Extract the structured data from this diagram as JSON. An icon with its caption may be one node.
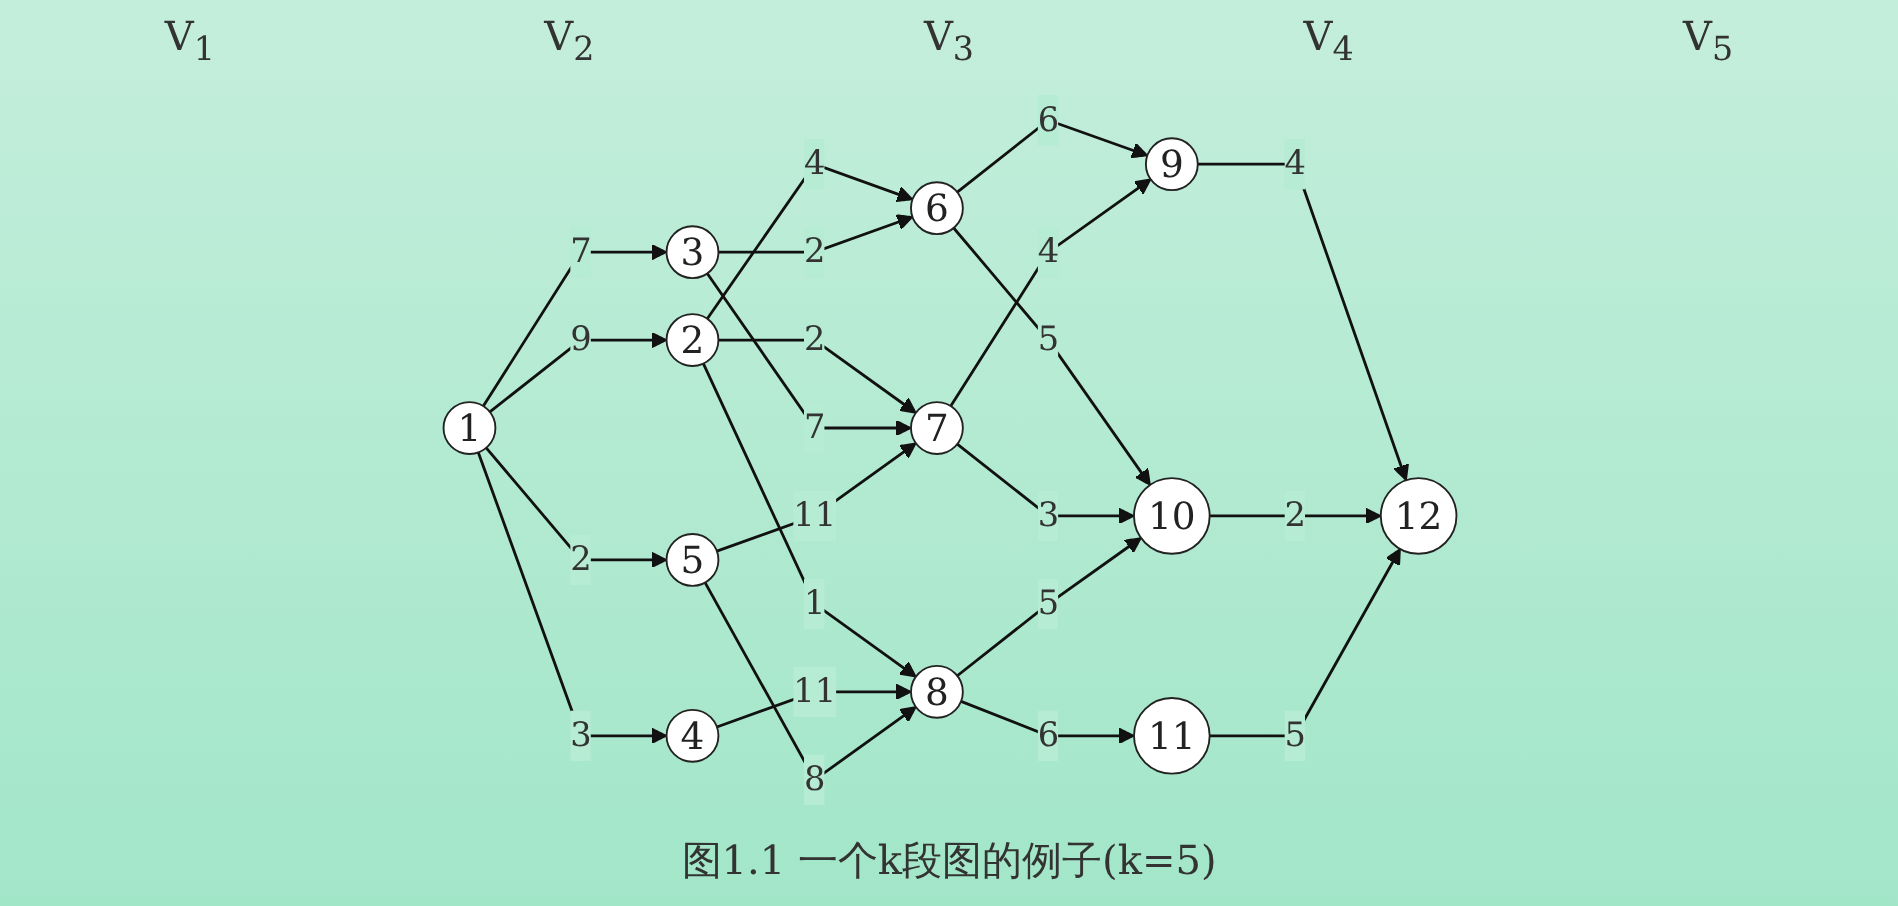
{
  "diagram": {
    "caption": "图1.1 一个k段图的例子(k=5)",
    "nodes": [
      {
        "text": [
          "1"
        ]
      },
      {
        "text": [
          "2"
        ]
      },
      {
        "text": [
          "3"
        ]
      },
      {
        "text": [
          "4"
        ]
      },
      {
        "text": [
          "5"
        ]
      },
      {
        "text": [
          "6"
        ]
      },
      {
        "text": [
          "7"
        ]
      },
      {
        "text": [
          "8"
        ]
      },
      {
        "text": [
          "9"
        ]
      },
      {
        "text": [
          "10"
        ]
      },
      {
        "text": [
          "11"
        ]
      },
      {
        "text": [
          "12"
        ]
      }
    ],
    "edges": [
      {
        "from": 0,
        "to": 1,
        "arrow": "to",
        "label": "9"
      },
      {
        "from": 0,
        "to": 2,
        "arrow": "to",
        "label": "7"
      },
      {
        "from": 0,
        "to": 3,
        "arrow": "to",
        "label": "3"
      },
      {
        "from": 0,
        "to": 4,
        "arrow": "to",
        "label": "2"
      },
      {
        "from": 1,
        "to": 5,
        "arrow": "to",
        "label": "4"
      },
      {
        "from": 1,
        "to": 6,
        "arrow": "to",
        "label": "2"
      },
      {
        "from": 1,
        "to": 7,
        "arrow": "to",
        "label": "1"
      },
      {
        "from": 2,
        "to": 5,
        "arrow": "to",
        "label": "2"
      },
      {
        "from": 2,
        "to": 6,
        "arrow": "to",
        "label": "7"
      },
      {
        "from": 3,
        "to": 7,
        "arrow": "to",
        "label": "11"
      },
      {
        "from": 4,
        "to": 6,
        "arrow": "to",
        "label": "11"
      },
      {
        "from": 4,
        "to": 7,
        "arrow": "to",
        "label": "8"
      },
      {
        "from": 5,
        "to": 8,
        "arrow": "to",
        "label": "6"
      },
      {
        "from": 5,
        "to": 9,
        "arrow": "to",
        "label": "5"
      },
      {
        "from": 6,
        "to": 8,
        "arrow": "to",
        "label": "4"
      },
      {
        "from": 6,
        "to": 9,
        "arrow": "to",
        "label": "3"
      },
      {
        "from": 7,
        "to": 9,
        "arrow": "to",
        "label": "5"
      },
      {
        "from": 7,
        "to": 10,
        "arrow": "to",
        "label": "6"
      },
      {
        "from": 8,
        "to": 11,
        "arrow": "to",
        "label": "4"
      },
      {
        "from": 9,
        "to": 11,
        "arrow": "to",
        "label": "2"
      },
      {
        "from": 10,
        "to": 11,
        "arrow": "to",
        "label": "5"
      }
    ],
    "labels": [
      "V$_{1}$",
      "V$_{2}$",
      "V$_{3}$",
      "V$_{4}$",
      "V$_{5}$"
    ]
  }
}
